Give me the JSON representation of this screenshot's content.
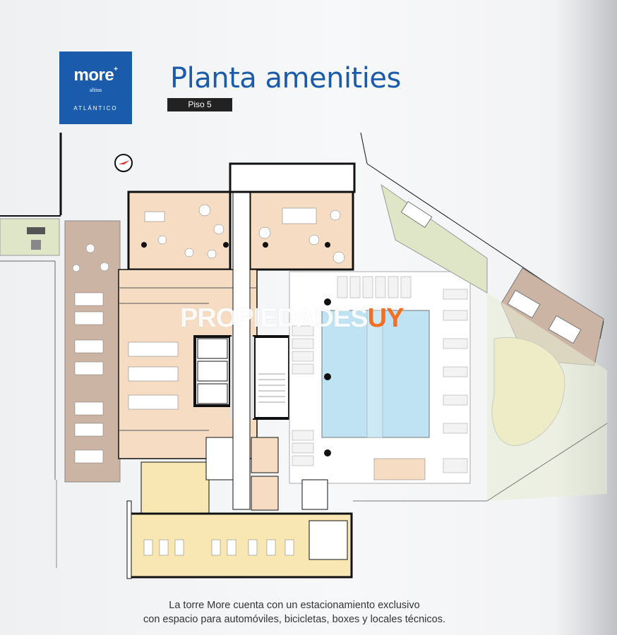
{
  "logo": {
    "brand": "more",
    "brand_mark": "+",
    "subbrand": "altius",
    "place": "ATLÁNTICO"
  },
  "header": {
    "title": "Planta amenities",
    "floor": "Piso 5"
  },
  "watermark": {
    "part1": "PROPIEDADES",
    "part2": "UY"
  },
  "caption": {
    "line1": "La torre More cuenta con un estacionamiento exclusivo",
    "line2": "con espacio para automóviles, bicicletas, boxes y locales técnicos."
  },
  "colors": {
    "brand_blue": "#1b5bab",
    "room_peach": "#f5dcc3",
    "room_yellow": "#f8e7b2",
    "room_brown": "#cbb4a4",
    "pool_blue": "#bfe3f3",
    "garden_green": "#dfe6c8",
    "watermark_orange": "#f36f21"
  },
  "icons": [
    "compass-icon"
  ]
}
